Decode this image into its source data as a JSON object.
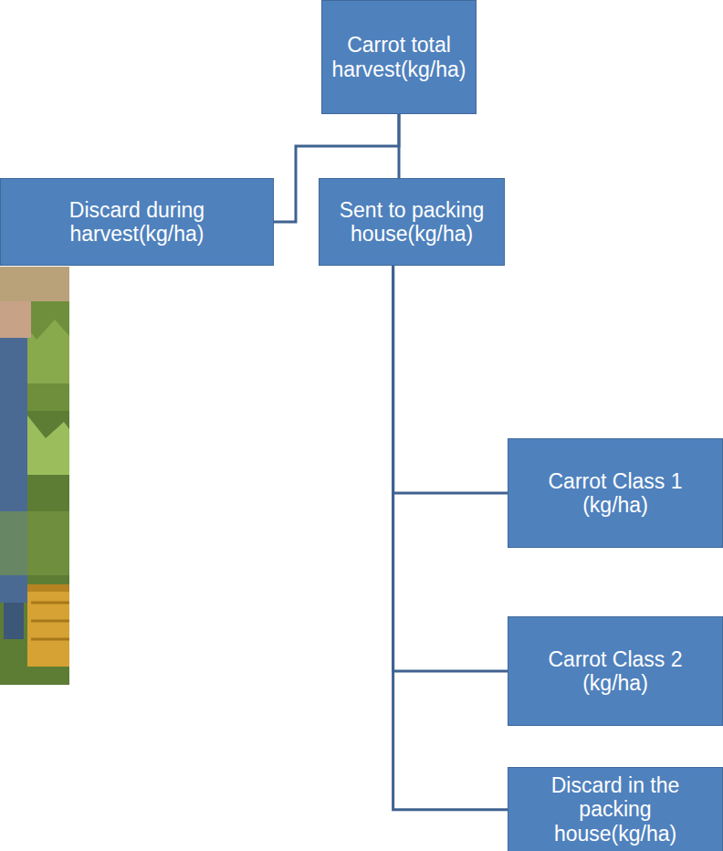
{
  "diagram": {
    "nodes": [
      {
        "text": [
          "Carrot total harvest(kg/ha)"
        ]
      },
      {
        "text": [
          "Discard during harvest(kg/ha)"
        ]
      },
      {
        "text": [
          "Sent to packing house(kg/ha)"
        ]
      },
      {
        "text": [
          "Carrot Class 1 (kg/ha)"
        ]
      },
      {
        "text": [
          "Carrot Class 2 (kg/ha)"
        ]
      },
      {
        "text": [
          "Discard in the packing house(kg/ha)"
        ]
      }
    ],
    "edges": [
      {
        "from": 0,
        "to": 1,
        "arrow": "none"
      },
      {
        "from": 0,
        "to": 2,
        "arrow": "none"
      },
      {
        "from": 2,
        "to": 3,
        "arrow": "none"
      },
      {
        "from": 2,
        "to": 4,
        "arrow": "none"
      },
      {
        "from": 2,
        "to": 5,
        "arrow": "none"
      }
    ]
  }
}
